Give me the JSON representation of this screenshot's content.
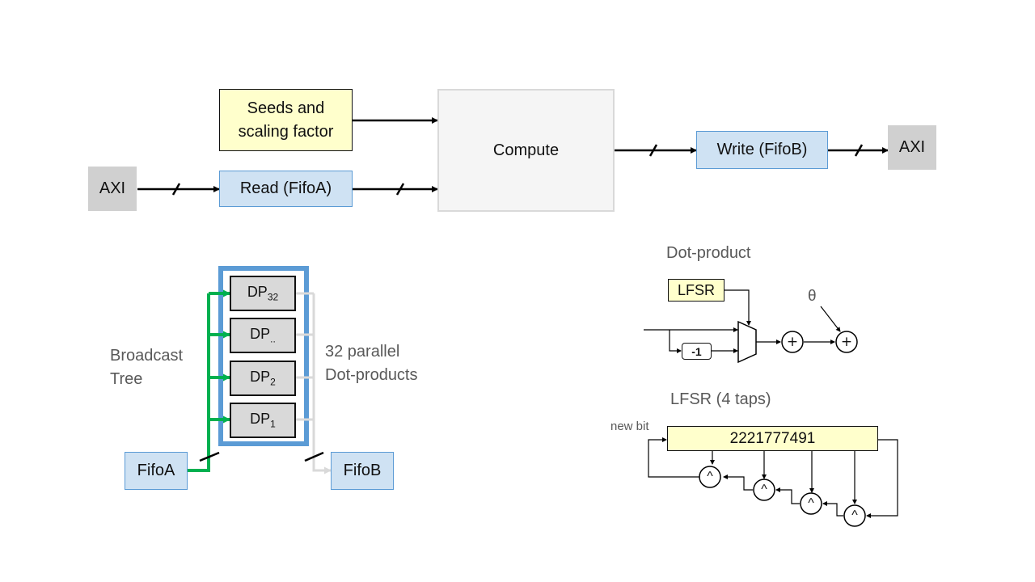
{
  "top": {
    "seeds_line1": "Seeds and",
    "seeds_line2": "scaling factor",
    "axi_in": "AXI",
    "read_fifo": "Read (FifoA)",
    "compute": "Compute",
    "write_fifo": "Write (FifoB)",
    "axi_out": "AXI"
  },
  "tree": {
    "broadcast_line1": "Broadcast",
    "broadcast_line2": "Tree",
    "parallel_line1": "32 parallel",
    "parallel_line2": "Dot-products",
    "fifo_a": "FifoA",
    "fifo_b": "FifoB",
    "dp_units": [
      {
        "base": "DP",
        "sub": "32"
      },
      {
        "base": "DP",
        "sub": ".."
      },
      {
        "base": "DP",
        "sub": "2"
      },
      {
        "base": "DP",
        "sub": "1"
      }
    ]
  },
  "dot_product": {
    "title": "Dot-product",
    "lfsr": "LFSR",
    "neg": "-1",
    "theta": "θ",
    "plus": "+"
  },
  "lfsr": {
    "title": "LFSR (4 taps)",
    "new_bit": "new bit",
    "value": "2221777491",
    "xor": "^"
  },
  "colors": {
    "accent_blue": "#5b9bd5",
    "fill_blue": "#cfe2f3",
    "fill_yellow": "#ffffcc",
    "broadcast_green": "#00b050"
  }
}
